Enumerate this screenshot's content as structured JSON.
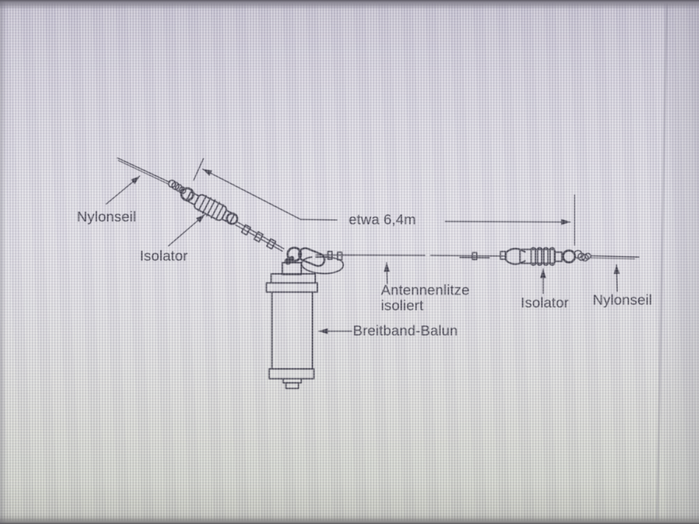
{
  "figure": {
    "labels": {
      "nylonseil_left": "Nylonseil",
      "isolator_left": "Isolator",
      "dimension": "etwa 6,4m",
      "antennenlitze_line1": "Antennenlitze",
      "antennenlitze_line2": "isoliert",
      "breitband_balun": "Breitband-Balun",
      "isolator_right": "Isolator",
      "nylonseil_right": "Nylonseil"
    },
    "colors": {
      "ink": "#3a3945",
      "paper": "#d8d6de"
    }
  }
}
